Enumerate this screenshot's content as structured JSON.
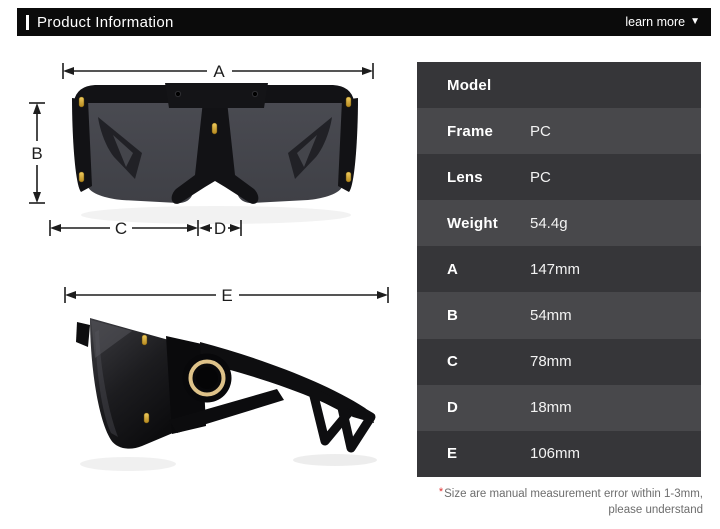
{
  "header": {
    "title": "Product Information",
    "learn_more_label": "learn more",
    "learn_more_icon": "▼"
  },
  "dimensions": {
    "a": "A",
    "b": "B",
    "c": "C",
    "d": "D",
    "e": "E"
  },
  "spec_table": {
    "rows": [
      {
        "label": "Model",
        "value": ""
      },
      {
        "label": "Frame",
        "value": "PC"
      },
      {
        "label": "Lens",
        "value": "PC"
      },
      {
        "label": "Weight",
        "value": "54.4g"
      },
      {
        "label": "A",
        "value": "147mm"
      },
      {
        "label": "B",
        "value": "54mm"
      },
      {
        "label": "C",
        "value": "78mm"
      },
      {
        "label": "D",
        "value": "18mm"
      },
      {
        "label": "E",
        "value": "106mm"
      }
    ]
  },
  "footnote": {
    "asterisk": "*",
    "line1": "Size are manual measurement error within 1-3mm,",
    "line2": "please understand"
  },
  "colors": {
    "header_bg": "#0b0b0b",
    "row_dark": "#363639",
    "row_light": "#48484b",
    "gold_accent": "#d9a94f",
    "lens_gray": "#46474e",
    "note_red": "#e03131"
  }
}
